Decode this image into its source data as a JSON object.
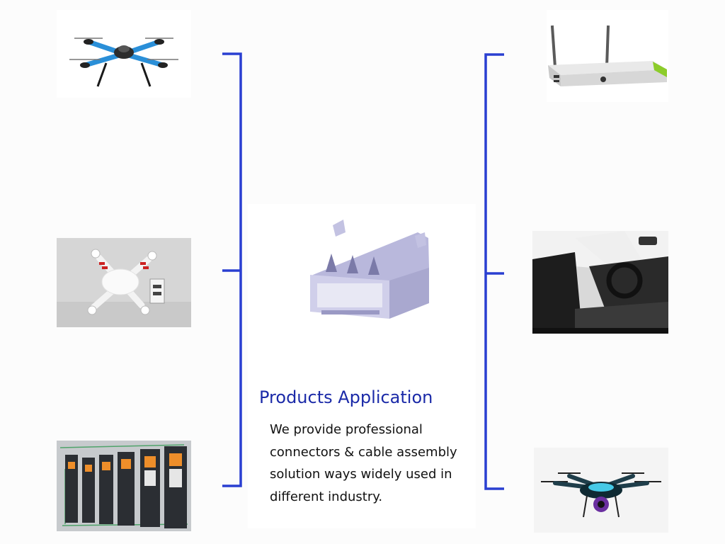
{
  "colors": {
    "bracket": "#2a3fd1",
    "title": "#1b2aa8",
    "body_text": "#111111"
  },
  "center": {
    "title": "Products Application",
    "description": "We provide professional connectors & cable assembly solution ways widely used in different industry."
  },
  "images": {
    "left": [
      "quadcopter-drone-image",
      "white-drone-with-battery-image",
      "industrial-inverters-image"
    ],
    "right": [
      "tv-box-router-image",
      "car-interior-image",
      "camera-drone-image"
    ],
    "center": "usb-connector-image"
  }
}
